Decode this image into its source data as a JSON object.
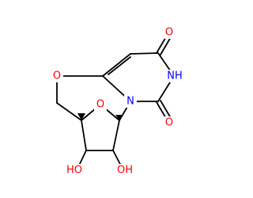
{
  "molecule": {
    "atoms": {
      "ether_o": {
        "text": "O",
        "color": "#ff0000"
      },
      "ring_o": {
        "text": "O",
        "color": "#ff0000"
      },
      "n1": {
        "text": "N",
        "color": "#0000ff"
      },
      "nh": {
        "text": "NH",
        "color": "#0000ff"
      },
      "carbonyl_o_top": {
        "text": "O",
        "color": "#ff0000"
      },
      "carbonyl_o_bottom": {
        "text": "O",
        "color": "#ff0000"
      },
      "ho_left": {
        "text": "HO",
        "color": "#ff0000"
      },
      "oh_right": {
        "text": "OH",
        "color": "#ff0000"
      }
    },
    "bond_color": "#000000"
  }
}
